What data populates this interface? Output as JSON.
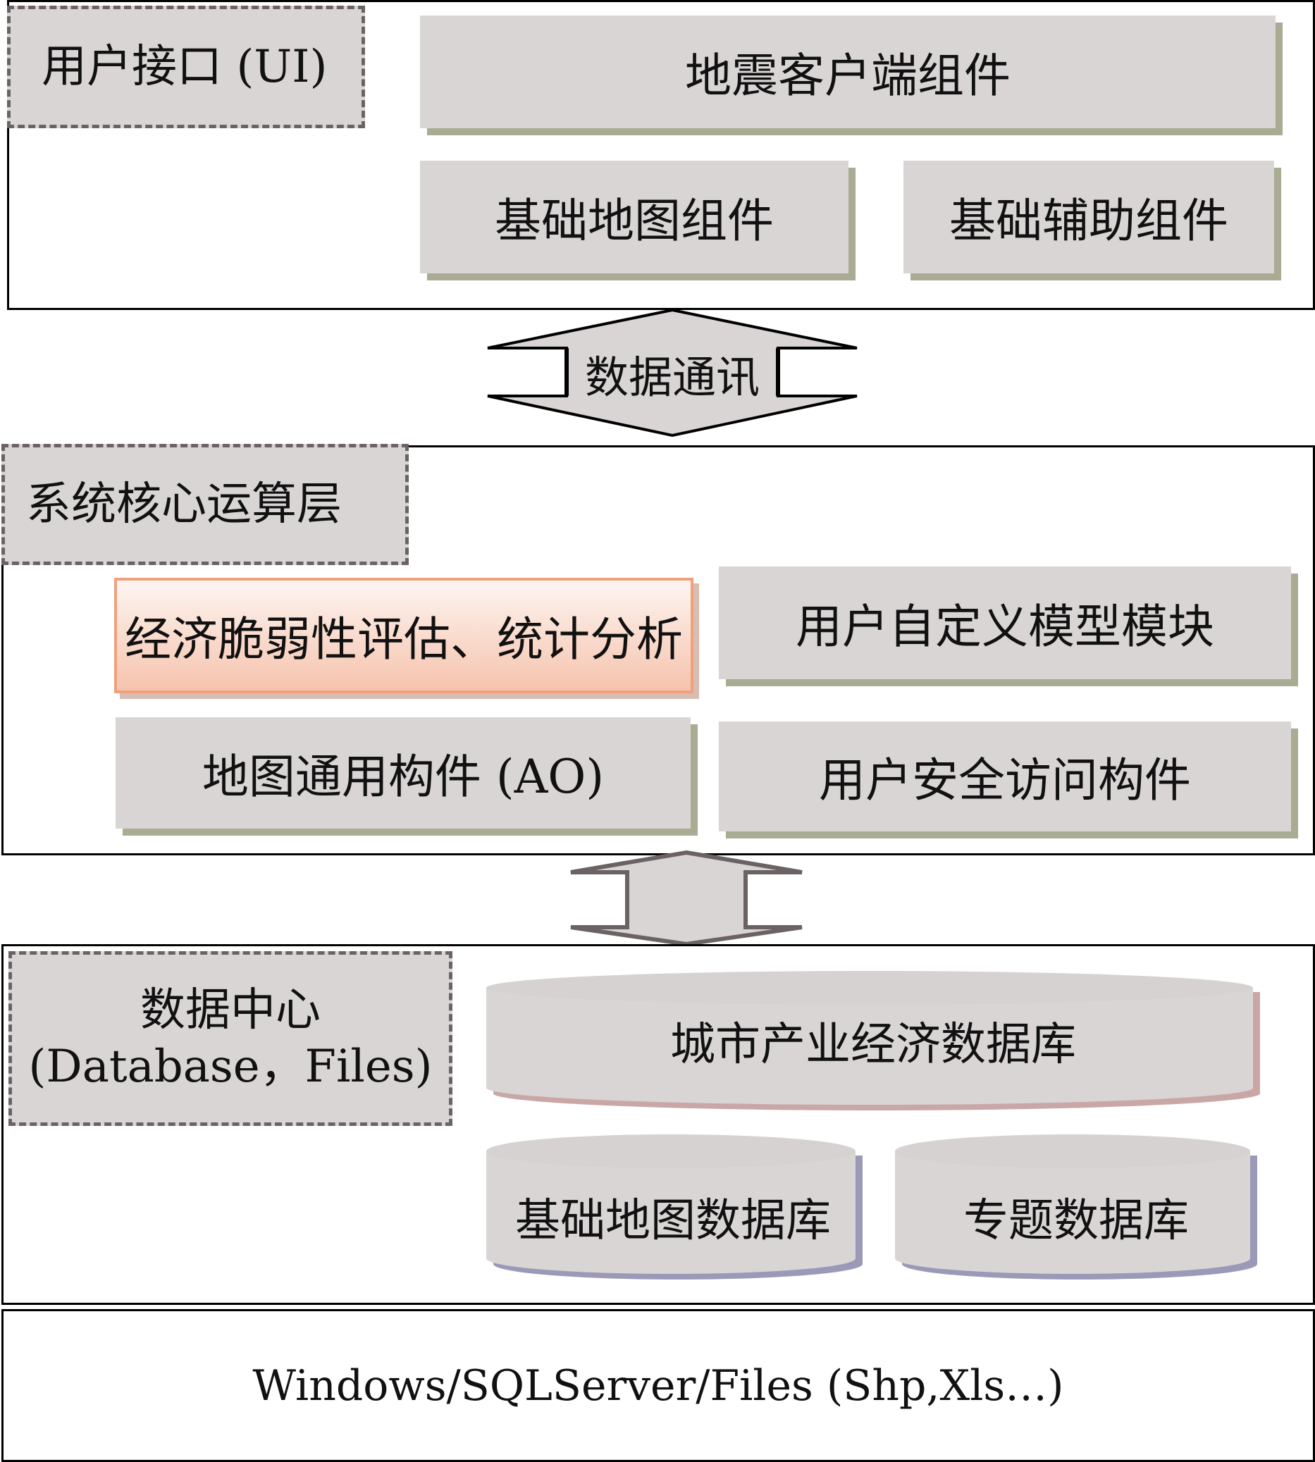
{
  "ui_layer": {
    "label": "用户接口 (UI)",
    "components": [
      "地震客户端组件",
      "基础地图组件",
      "基础辅助组件"
    ]
  },
  "comm_arrow": {
    "label": "数据通讯"
  },
  "core_layer": {
    "label": "系统核心运算层",
    "components": [
      "经济脆弱性评估、统计分析",
      "用户自定义模型模块",
      "地图通用构件 (AO)",
      "用户安全访问构件"
    ]
  },
  "data_layer": {
    "label_line1": "数据中心",
    "label_line2": "(Database，Files)",
    "databases": [
      "城市产业经济数据库",
      "基础地图数据库",
      "专题数据库"
    ]
  },
  "platform": {
    "label": "Windows/SQLServer/Files (Shp,Xls…)"
  },
  "colors": {
    "box_fill": "#d9d5d5",
    "dashed_border": "#6b6363",
    "highlight_border": "#f0a07c",
    "shadow": "#a9ab92"
  }
}
